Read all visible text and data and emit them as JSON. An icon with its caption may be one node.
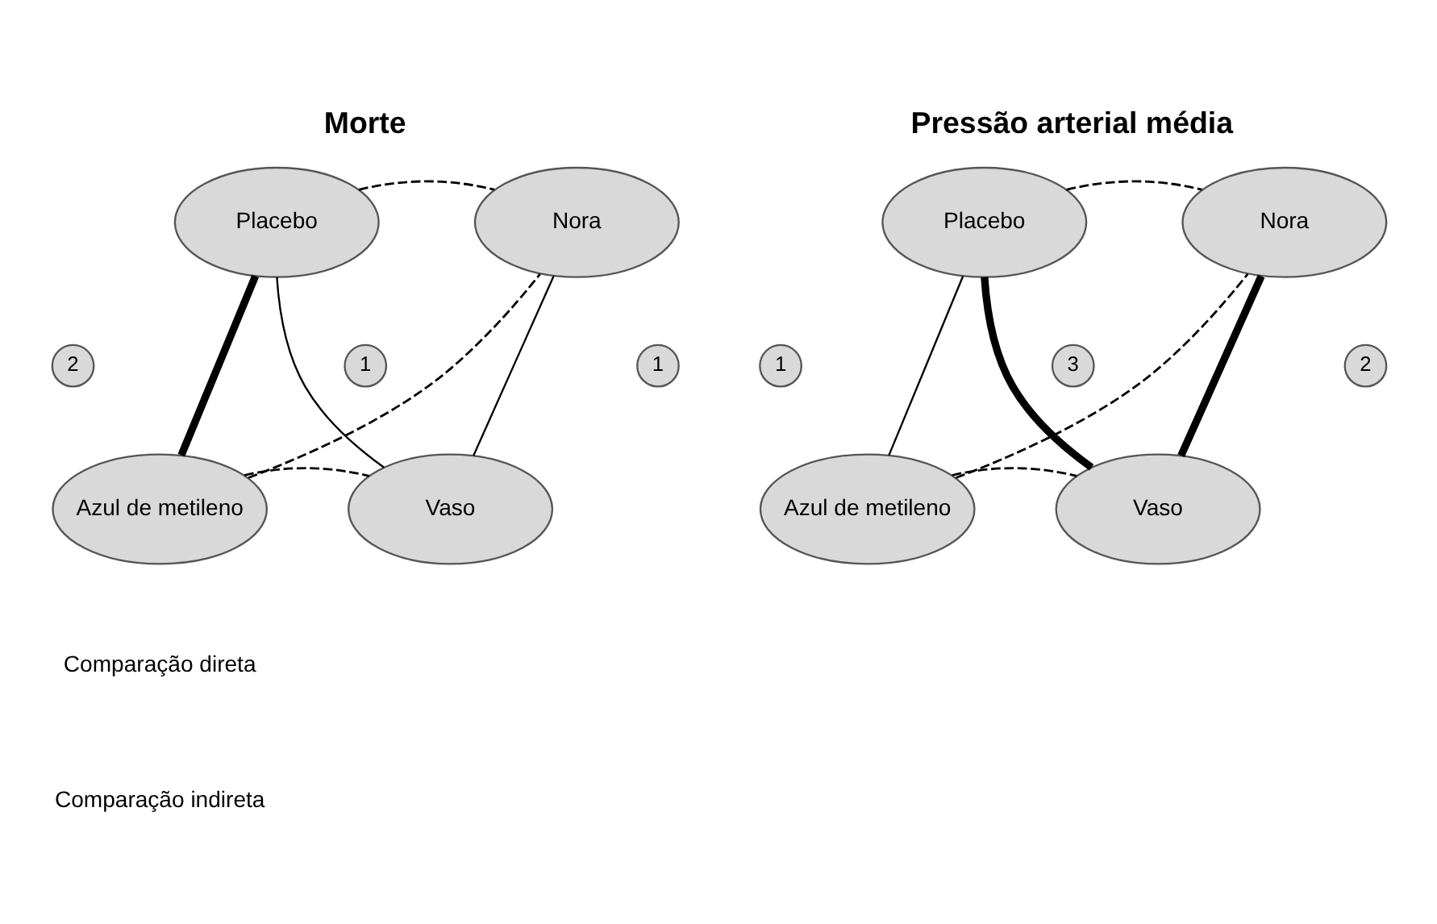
{
  "diagram": {
    "nodes": [
      {
        "text": [
          "Placebo"
        ]
      },
      {
        "text": [
          "Nora"
        ]
      },
      {
        "text": [
          "2"
        ]
      },
      {
        "text": [
          "1"
        ]
      },
      {
        "text": [
          "1"
        ]
      },
      {
        "text": [
          "Azul de metileno"
        ]
      },
      {
        "text": [
          "Vaso"
        ]
      },
      {
        "text": [
          "Placebo"
        ]
      },
      {
        "text": [
          "Nora"
        ]
      },
      {
        "text": [
          "1"
        ]
      },
      {
        "text": [
          "3"
        ]
      },
      {
        "text": [
          "2"
        ]
      },
      {
        "text": [
          "Azul de metileno"
        ]
      },
      {
        "text": [
          "Vaso"
        ]
      }
    ],
    "edges": [
      {
        "from": 0,
        "to": 1,
        "arrow": "none",
        "style": "dashed"
      },
      {
        "from": 0,
        "to": 5,
        "arrow": "none",
        "style": "thick"
      },
      {
        "from": 0,
        "to": 6,
        "arrow": "none"
      },
      {
        "from": 5,
        "to": 1,
        "arrow": "none",
        "style": "dashed"
      },
      {
        "from": 1,
        "to": 6,
        "arrow": "none"
      },
      {
        "from": 5,
        "to": 6,
        "arrow": "none",
        "style": "dashed"
      },
      {
        "from": 7,
        "to": 8,
        "arrow": "none",
        "style": "dashed"
      },
      {
        "from": 7,
        "to": 12,
        "arrow": "none"
      },
      {
        "from": 7,
        "to": 13,
        "arrow": "none",
        "style": "thick"
      },
      {
        "from": 12,
        "to": 8,
        "arrow": "none",
        "style": "dashed"
      },
      {
        "from": 8,
        "to": 13,
        "arrow": "none",
        "style": "thick"
      },
      {
        "from": 12,
        "to": 13,
        "arrow": "none",
        "style": "dashed"
      }
    ],
    "labels": [
      "Morte",
      "Pressão arterial média"
    ],
    "legend": [
      {
        "text": "Comparação direta"
      },
      {
        "text": "Comparação indireta"
      }
    ]
  }
}
